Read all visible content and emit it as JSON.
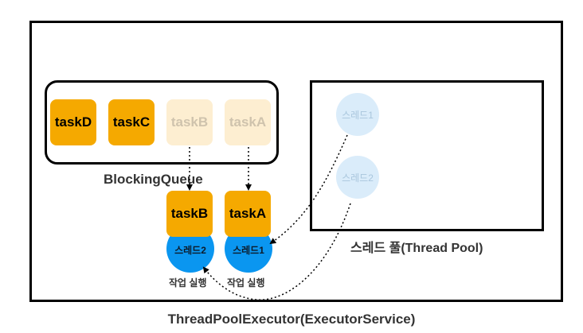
{
  "blocking_queue": {
    "label": "BlockingQueue",
    "tasks": [
      "taskD",
      "taskC",
      "taskB",
      "taskA"
    ]
  },
  "thread_pool": {
    "label": "스레드 풀(Thread Pool)",
    "idle_threads": [
      "스레드1",
      "스레드2"
    ]
  },
  "running": [
    {
      "task": "taskB",
      "thread": "스레드2",
      "caption": "작업 실행"
    },
    {
      "task": "taskA",
      "thread": "스레드1",
      "caption": "작업 실행"
    }
  ],
  "executor_label": "ThreadPoolExecutor(ExecutorService)",
  "colors": {
    "task": "#f5a900",
    "task_faded": "#fdeed1",
    "thread_active": "#0a96f0",
    "thread_idle": "#daecfa"
  }
}
